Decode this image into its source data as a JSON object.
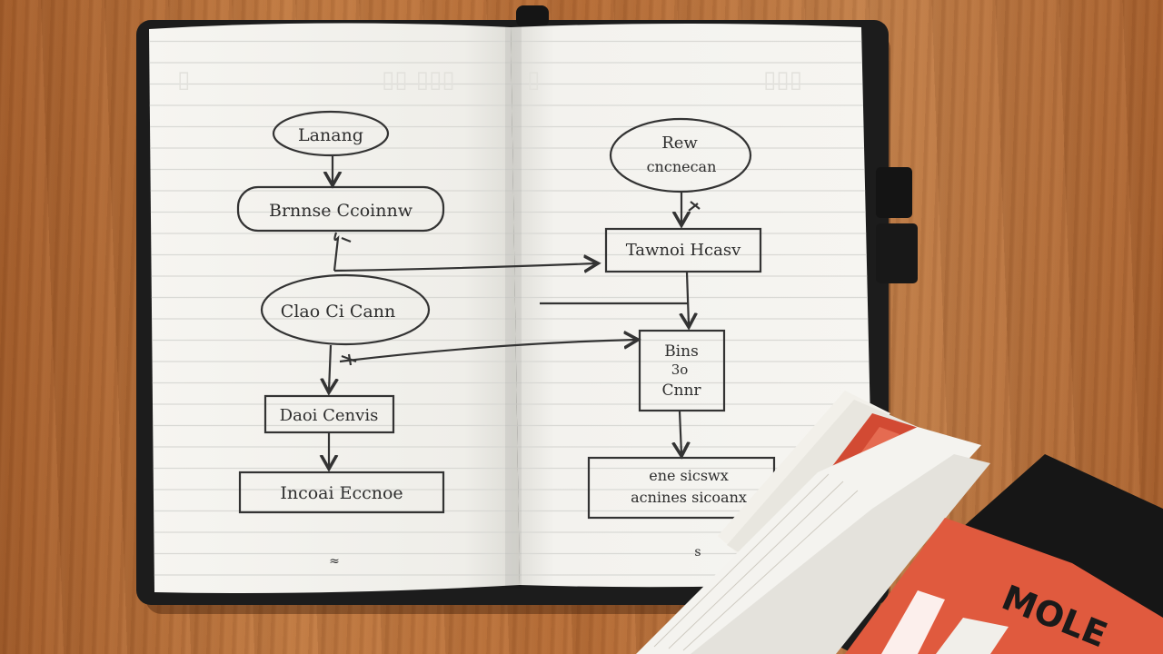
{
  "photo": {
    "subject": "open-notebook-with-flowchart",
    "colors": {
      "wood": "#b46b35",
      "notebook_cover": "#1c1c1c",
      "page": "#f3f2ee",
      "ink": "#2e2e2e",
      "book_red": "#d9553d"
    }
  },
  "left_page": {
    "node_1": "Lanang",
    "node_2": "Brnnse Ccoinnw",
    "node_3": "Clao Ci Cann",
    "node_4": "Daoi Cenvis",
    "node_5": "Incoai Eccnoe",
    "page_number": "≈"
  },
  "right_page": {
    "node_1_line1": "Rew",
    "node_1_line2": "cncnecan",
    "node_2": "Tawnoi Hcasv",
    "node_3_line1": "Bins",
    "node_3_line2": "3o",
    "node_3_line3": "Cnnr",
    "node_4_line1": "ene sicswx",
    "node_4_line2": "acnines sicoanx",
    "page_number": "s"
  },
  "book_cover": {
    "brand": "MOLE"
  }
}
